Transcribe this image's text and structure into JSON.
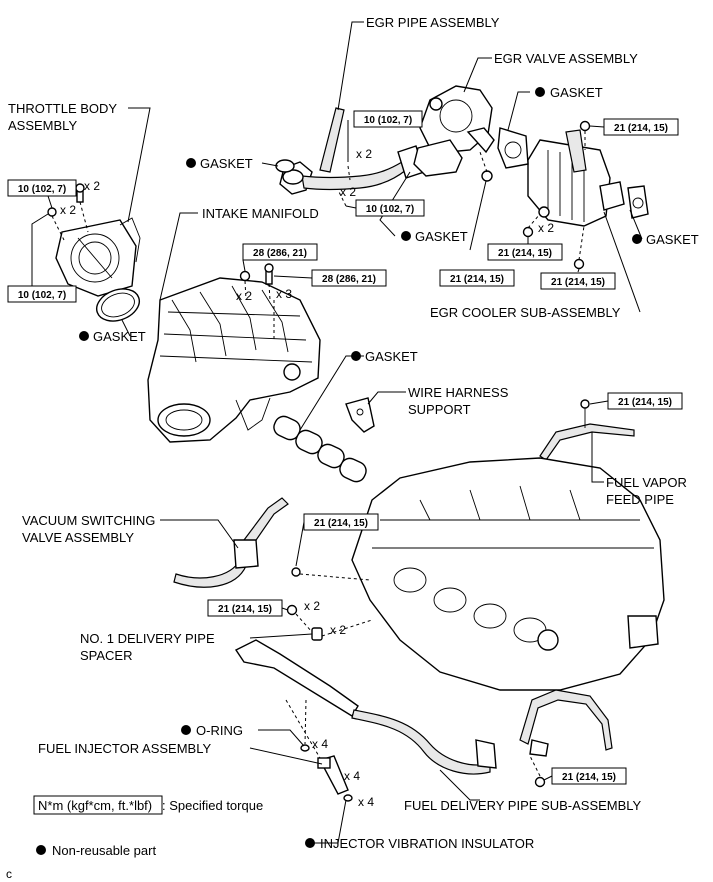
{
  "labels": {
    "egr_pipe_assembly": "EGR PIPE ASSEMBLY",
    "egr_valve_assembly": "EGR VALVE ASSEMBLY",
    "gasket_egr_valve": "GASKET",
    "throttle_body_line1": "THROTTLE BODY",
    "throttle_body_line2": "ASSEMBLY",
    "gasket_egr_pipe": "GASKET",
    "intake_manifold": "INTAKE MANIFOLD",
    "gasket_egr_pipe_lower": "GASKET",
    "gasket_egr_cooler": "GASKET",
    "gasket_throttle": "GASKET",
    "egr_cooler_sub_assembly": "EGR COOLER SUB-ASSEMBLY",
    "gasket_intake": "GASKET",
    "wire_harness_line1": "WIRE HARNESS",
    "wire_harness_line2": "SUPPORT",
    "fuel_vapor_line1": "FUEL VAPOR",
    "fuel_vapor_line2": "FEED PIPE",
    "vsv_line1": "VACUUM SWITCHING",
    "vsv_line2": "VALVE ASSEMBLY",
    "delivery_spacer_line1": "NO. 1 DELIVERY PIPE",
    "delivery_spacer_line2": "SPACER",
    "o_ring": "O-RING",
    "fuel_injector": "FUEL INJECTOR ASSEMBLY",
    "fuel_delivery_pipe": "FUEL DELIVERY PIPE SUB-ASSEMBLY",
    "injector_insulator": "INJECTOR VIBRATION INSULATOR"
  },
  "torques": {
    "egr_pipe_upper": "10 (102, 7)",
    "egr_pipe_lower": "10 (102, 7)",
    "egr_cooler_top": "21 (214, 15)",
    "throttle_top": "10 (102, 7)",
    "throttle_bottom": "10 (102, 7)",
    "manifold_nut": "28 (286, 21)",
    "manifold_bolt": "28 (286, 21)",
    "egr_valve_nut": "21 (214, 15)",
    "egr_cooler_mid": "21 (214, 15)",
    "egr_cooler_low": "21 (214, 15)",
    "fuel_vapor": "21 (214, 15)",
    "vsv": "21 (214, 15)",
    "delivery_bolt": "21 (214, 15)",
    "fuel_delivery": "21 (214, 15)"
  },
  "multipliers": {
    "egr_pipe_upper": "x 2",
    "egr_pipe_lower": "x 2",
    "throttle_top": "x 2",
    "throttle_stud": "x 2",
    "manifold_nut": "x 2",
    "manifold_bolt": "x 3",
    "egr_cooler_mid": "x 2",
    "delivery_bolt": "x 2",
    "spacer": "x 2",
    "o_ring": "x 4",
    "injector": "x 4",
    "insulator": "x 4"
  },
  "legend": {
    "torque_box": "N*m (kgf*cm, ft.*lbf)",
    "torque_desc": ": Specified torque",
    "non_reusable": "Non-reusable part"
  },
  "corner_mark": "c"
}
